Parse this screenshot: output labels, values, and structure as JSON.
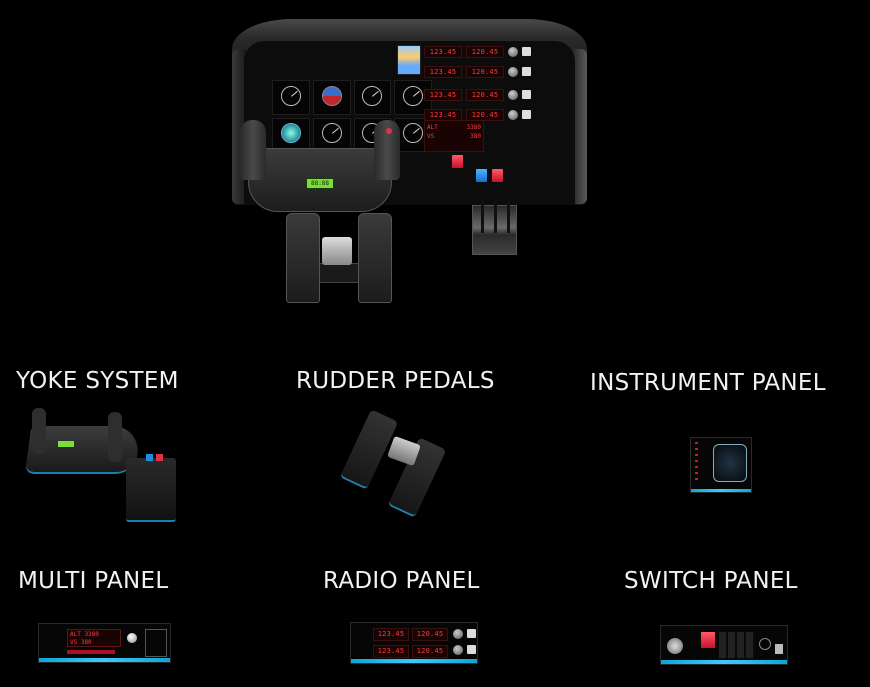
{
  "hero": {
    "description": "Flight simulator cockpit setup",
    "radio_displays": [
      {
        "active": "123.45",
        "standby": "120.45"
      },
      {
        "active": "123.45",
        "standby": "120.45"
      },
      {
        "active": "123.45",
        "standby": "120.45"
      },
      {
        "active": "123.45",
        "standby": "120.45"
      }
    ],
    "multi_display": {
      "line1_left": "ALT",
      "line1_right": "3380",
      "line2_left": "VS",
      "line2_right": "380"
    },
    "yoke_lcd": "88:88"
  },
  "products": [
    {
      "id": "yoke",
      "label": "YOKE SYSTEM"
    },
    {
      "id": "rudder",
      "label": "RUDDER PEDALS"
    },
    {
      "id": "instrument",
      "label": "INSTRUMENT PANEL"
    },
    {
      "id": "multi",
      "label": "MULTI PANEL"
    },
    {
      "id": "radio",
      "label": "RADIO PANEL"
    },
    {
      "id": "switch",
      "label": "SWITCH PANEL"
    }
  ],
  "thumbs": {
    "multi": {
      "line1": "ALT 3380",
      "line2": "VS 380"
    },
    "radio": {
      "r1a": "123.45",
      "r1b": "120.45",
      "r2a": "123.45",
      "r2b": "120.45"
    }
  },
  "colors": {
    "background": "#000000",
    "led_red": "#ff3b3b",
    "accent_blue": "#3fc7ff",
    "button_red": "#c8102e",
    "button_blue": "#1470d0",
    "lcd_green": "#7ddb3a"
  }
}
